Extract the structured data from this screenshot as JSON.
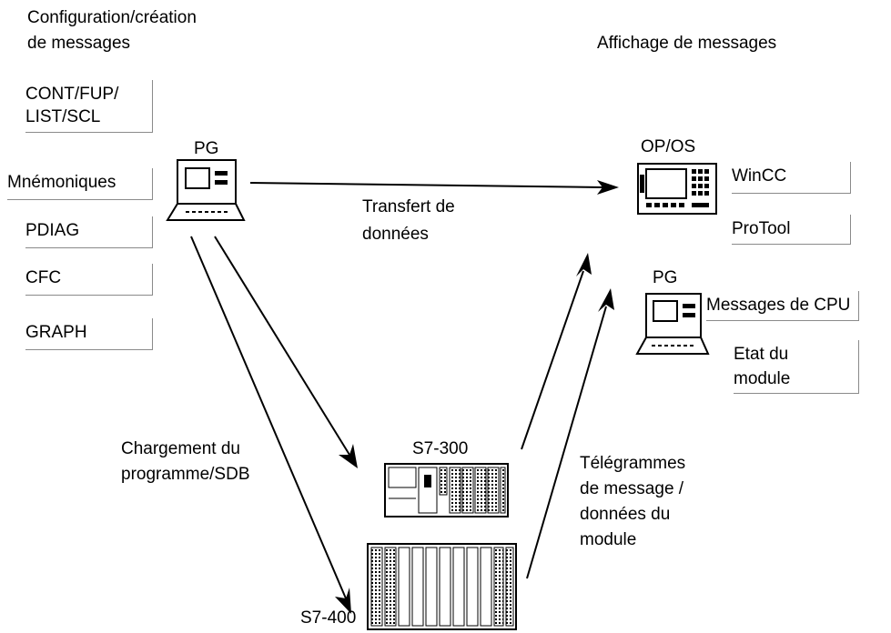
{
  "left_section": {
    "heading_line1": "Configuration/création",
    "heading_line2": "de messages",
    "tools": [
      {
        "label": "CONT/FUP/",
        "label2": "LIST/SCL"
      },
      {
        "label": "Mnémoniques"
      },
      {
        "label": "PDIAG"
      },
      {
        "label": "CFC"
      },
      {
        "label": "GRAPH"
      }
    ]
  },
  "right_section": {
    "heading": "Affichage de messages",
    "op_os_label": "OP/OS",
    "op_items": [
      "WinCC",
      "ProTool"
    ],
    "pg_label": "PG",
    "pg_items": [
      {
        "label": "Messages de CPU"
      },
      {
        "label": "Etat du",
        "label2": "module"
      }
    ]
  },
  "center": {
    "pg_label": "PG",
    "transfer_line1": "Transfert de",
    "transfer_line2": "données",
    "load_line1": "Chargement du",
    "load_line2": "programme/SDB",
    "s7_300_label": "S7-300",
    "s7_400_label": "S7-400",
    "telegram_line1": "Télégrammes",
    "telegram_line2": "de message /",
    "telegram_line3": "données du",
    "telegram_line4": "module"
  },
  "colors": {
    "line": "#000000",
    "box_border": "#8a8a8a",
    "screen_fill": "#ffffff",
    "hatch": "#000000"
  }
}
